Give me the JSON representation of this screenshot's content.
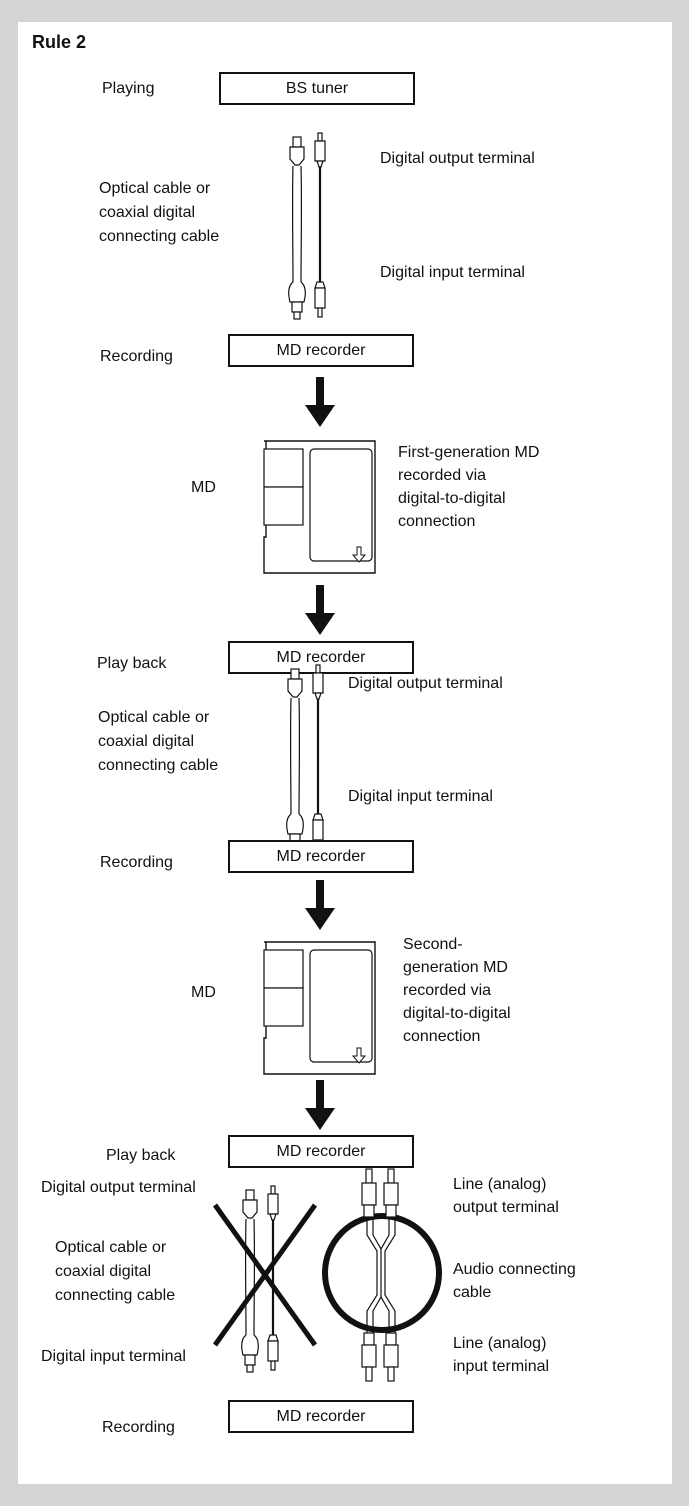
{
  "title": "Rule 2",
  "stage1": {
    "role": "Playing",
    "device": "BS tuner"
  },
  "cable1": {
    "label": [
      "Optical cable or",
      "coaxial digital",
      "connecting cable"
    ],
    "out_terminal": "Digital output terminal",
    "in_terminal": "Digital input terminal"
  },
  "stage2": {
    "role": "Recording",
    "device": "MD recorder"
  },
  "md1": {
    "label": "MD",
    "desc": [
      "First-generation MD",
      "recorded via",
      "digital-to-digital",
      "connection"
    ]
  },
  "stage3": {
    "role": "Play back",
    "device": "MD recorder"
  },
  "cable2": {
    "label": [
      "Optical cable or",
      "coaxial digital",
      "connecting cable"
    ],
    "out_terminal": "Digital output terminal",
    "in_terminal": "Digital input terminal"
  },
  "stage4": {
    "role": "Recording",
    "device": "MD recorder"
  },
  "md2": {
    "label": "MD",
    "desc": [
      "Second-",
      "generation MD",
      "recorded via",
      "digital-to-digital",
      "connection"
    ]
  },
  "stage5": {
    "role": "Play back",
    "device": "MD recorder"
  },
  "cable3": {
    "out_terminal": "Digital output terminal",
    "label": [
      "Optical cable or",
      "coaxial digital",
      "connecting cable"
    ],
    "in_terminal": "Digital input terminal",
    "status": "not allowed"
  },
  "analog": {
    "out_terminal": [
      "Line (analog)",
      "output terminal"
    ],
    "cable": [
      "Audio connecting",
      "cable"
    ],
    "in_terminal": [
      "Line (analog)",
      "input terminal"
    ],
    "status": "allowed"
  },
  "stage6": {
    "role": "Recording",
    "device": "MD recorder"
  },
  "icons": [
    "optical-plug-icon",
    "coaxial-plug-icon",
    "down-arrow-icon",
    "minidisc-icon",
    "prohibited-cross-icon",
    "circle-ok-icon",
    "rca-plug-icon"
  ]
}
